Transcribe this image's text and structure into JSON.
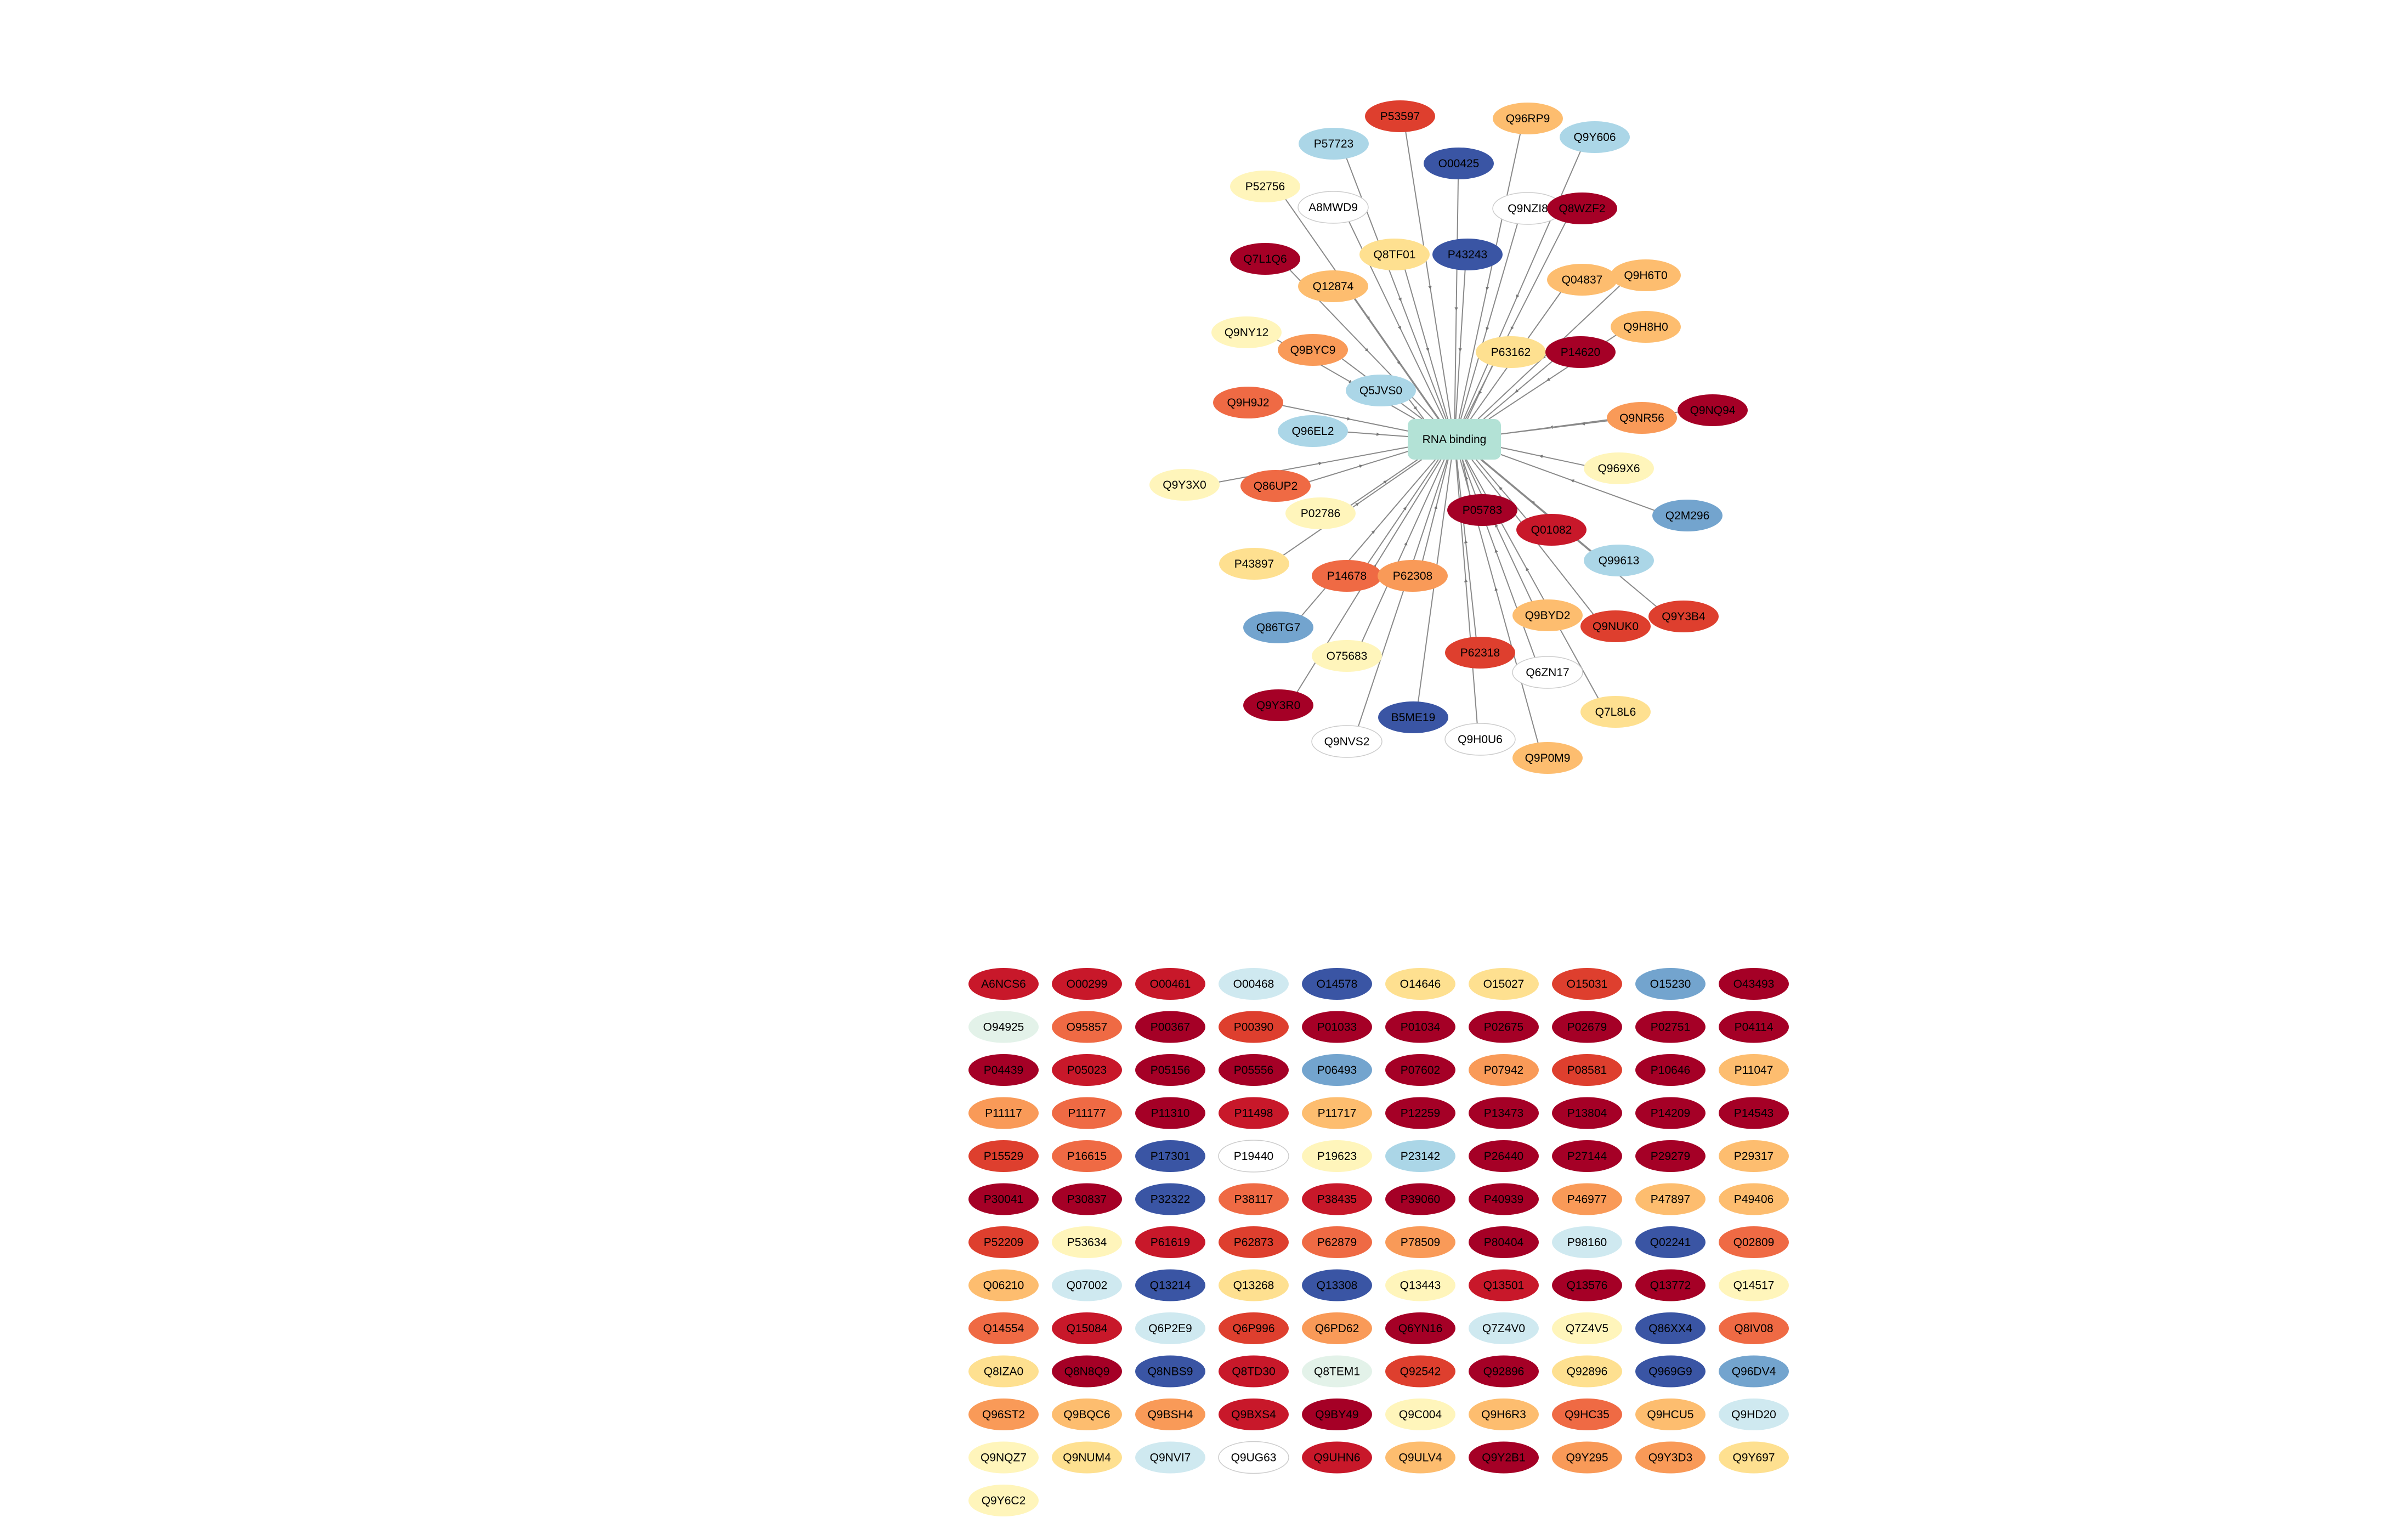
{
  "hub": {
    "label": "RNA binding",
    "color": "#b3e2d6"
  },
  "palette": {
    "c1": "#a50026",
    "c2": "#c8182a",
    "c3": "#de3f2e",
    "c4": "#ef6a44",
    "c5": "#f99a58",
    "c6": "#fdbd6f",
    "c7": "#fee090",
    "c8": "#fff5bb",
    "c9": "#ffffff",
    "c10": "#e3f2e9",
    "c11": "#cfe9f0",
    "c12": "#abd6e7",
    "c13": "#73a4ce",
    "c14": "#3a55a4"
  },
  "connected_nodes": [
    {
      "label": "P53597",
      "color": "c3"
    },
    {
      "label": "Q96RP9",
      "color": "c6"
    },
    {
      "label": "P57723",
      "color": "c12"
    },
    {
      "label": "Q9Y606",
      "color": "c12"
    },
    {
      "label": "O00425",
      "color": "c14"
    },
    {
      "label": "P52756",
      "color": "c8"
    },
    {
      "label": "A8MWD9",
      "color": "c9"
    },
    {
      "label": "Q9NZI8",
      "color": "c9"
    },
    {
      "label": "Q8WZF2",
      "color": "c1"
    },
    {
      "label": "Q7L1Q6",
      "color": "c1"
    },
    {
      "label": "Q8TF01",
      "color": "c7"
    },
    {
      "label": "P43243",
      "color": "c14"
    },
    {
      "label": "Q12874",
      "color": "c6"
    },
    {
      "label": "Q04837",
      "color": "c6"
    },
    {
      "label": "Q9H6T0",
      "color": "c6"
    },
    {
      "label": "Q9NY12",
      "color": "c8"
    },
    {
      "label": "Q9BYC9",
      "color": "c5"
    },
    {
      "label": "Q9H8H0",
      "color": "c6"
    },
    {
      "label": "P63162",
      "color": "c7"
    },
    {
      "label": "P14620",
      "color": "c1"
    },
    {
      "label": "Q5JVS0",
      "color": "c12"
    },
    {
      "label": "Q9H9J2",
      "color": "c4"
    },
    {
      "label": "Q9NR56",
      "color": "c5"
    },
    {
      "label": "Q9NQ94",
      "color": "c1"
    },
    {
      "label": "Q96EL2",
      "color": "c12"
    },
    {
      "label": "Q969X6",
      "color": "c8"
    },
    {
      "label": "Q9Y3X0",
      "color": "c8"
    },
    {
      "label": "Q86UP2",
      "color": "c4"
    },
    {
      "label": "Q2M296",
      "color": "c13"
    },
    {
      "label": "P02786",
      "color": "c8"
    },
    {
      "label": "P05783",
      "color": "c1"
    },
    {
      "label": "Q01082",
      "color": "c2"
    },
    {
      "label": "P43897",
      "color": "c7"
    },
    {
      "label": "Q99613",
      "color": "c12"
    },
    {
      "label": "P14678",
      "color": "c4"
    },
    {
      "label": "P62308",
      "color": "c5"
    },
    {
      "label": "Q9Y3B4",
      "color": "c3"
    },
    {
      "label": "Q9BYD2",
      "color": "c6"
    },
    {
      "label": "Q86TG7",
      "color": "c13"
    },
    {
      "label": "Q9NUK0",
      "color": "c3"
    },
    {
      "label": "O75683",
      "color": "c8"
    },
    {
      "label": "P62318",
      "color": "c3"
    },
    {
      "label": "Q6ZN17",
      "color": "c9"
    },
    {
      "label": "Q9Y3R0",
      "color": "c1"
    },
    {
      "label": "Q7L8L6",
      "color": "c7"
    },
    {
      "label": "B5ME19",
      "color": "c14"
    },
    {
      "label": "Q9NVS2",
      "color": "c9"
    },
    {
      "label": "Q9H0U6",
      "color": "c9"
    },
    {
      "label": "Q9P0M9",
      "color": "c6"
    }
  ],
  "grid_nodes": [
    {
      "label": "A6NCS6",
      "color": "c2"
    },
    {
      "label": "O00299",
      "color": "c2"
    },
    {
      "label": "O00461",
      "color": "c2"
    },
    {
      "label": "O00468",
      "color": "c11"
    },
    {
      "label": "O14578",
      "color": "c14"
    },
    {
      "label": "O14646",
      "color": "c7"
    },
    {
      "label": "O15027",
      "color": "c7"
    },
    {
      "label": "O15031",
      "color": "c3"
    },
    {
      "label": "O15230",
      "color": "c13"
    },
    {
      "label": "O43493",
      "color": "c1"
    },
    {
      "label": "O94925",
      "color": "c10"
    },
    {
      "label": "O95857",
      "color": "c4"
    },
    {
      "label": "P00367",
      "color": "c1"
    },
    {
      "label": "P00390",
      "color": "c3"
    },
    {
      "label": "P01033",
      "color": "c1"
    },
    {
      "label": "P01034",
      "color": "c1"
    },
    {
      "label": "P02675",
      "color": "c1"
    },
    {
      "label": "P02679",
      "color": "c1"
    },
    {
      "label": "P02751",
      "color": "c1"
    },
    {
      "label": "P04114",
      "color": "c1"
    },
    {
      "label": "P04439",
      "color": "c1"
    },
    {
      "label": "P05023",
      "color": "c2"
    },
    {
      "label": "P05156",
      "color": "c1"
    },
    {
      "label": "P05556",
      "color": "c1"
    },
    {
      "label": "P06493",
      "color": "c13"
    },
    {
      "label": "P07602",
      "color": "c1"
    },
    {
      "label": "P07942",
      "color": "c5"
    },
    {
      "label": "P08581",
      "color": "c3"
    },
    {
      "label": "P10646",
      "color": "c1"
    },
    {
      "label": "P11047",
      "color": "c6"
    },
    {
      "label": "P11117",
      "color": "c5"
    },
    {
      "label": "P11177",
      "color": "c4"
    },
    {
      "label": "P11310",
      "color": "c1"
    },
    {
      "label": "P11498",
      "color": "c2"
    },
    {
      "label": "P11717",
      "color": "c6"
    },
    {
      "label": "P12259",
      "color": "c1"
    },
    {
      "label": "P13473",
      "color": "c1"
    },
    {
      "label": "P13804",
      "color": "c1"
    },
    {
      "label": "P14209",
      "color": "c1"
    },
    {
      "label": "P14543",
      "color": "c1"
    },
    {
      "label": "P15529",
      "color": "c3"
    },
    {
      "label": "P16615",
      "color": "c4"
    },
    {
      "label": "P17301",
      "color": "c14"
    },
    {
      "label": "P19440",
      "color": "c9"
    },
    {
      "label": "P19623",
      "color": "c8"
    },
    {
      "label": "P23142",
      "color": "c12"
    },
    {
      "label": "P26440",
      "color": "c1"
    },
    {
      "label": "P27144",
      "color": "c1"
    },
    {
      "label": "P29279",
      "color": "c1"
    },
    {
      "label": "P29317",
      "color": "c6"
    },
    {
      "label": "P30041",
      "color": "c1"
    },
    {
      "label": "P30837",
      "color": "c1"
    },
    {
      "label": "P32322",
      "color": "c14"
    },
    {
      "label": "P38117",
      "color": "c4"
    },
    {
      "label": "P38435",
      "color": "c2"
    },
    {
      "label": "P39060",
      "color": "c1"
    },
    {
      "label": "P40939",
      "color": "c1"
    },
    {
      "label": "P46977",
      "color": "c5"
    },
    {
      "label": "P47897",
      "color": "c6"
    },
    {
      "label": "P49406",
      "color": "c6"
    },
    {
      "label": "P52209",
      "color": "c3"
    },
    {
      "label": "P53634",
      "color": "c8"
    },
    {
      "label": "P61619",
      "color": "c2"
    },
    {
      "label": "P62873",
      "color": "c3"
    },
    {
      "label": "P62879",
      "color": "c4"
    },
    {
      "label": "P78509",
      "color": "c5"
    },
    {
      "label": "P80404",
      "color": "c1"
    },
    {
      "label": "P98160",
      "color": "c11"
    },
    {
      "label": "Q02241",
      "color": "c14"
    },
    {
      "label": "Q02809",
      "color": "c4"
    },
    {
      "label": "Q06210",
      "color": "c6"
    },
    {
      "label": "Q07002",
      "color": "c11"
    },
    {
      "label": "Q13214",
      "color": "c14"
    },
    {
      "label": "Q13268",
      "color": "c7"
    },
    {
      "label": "Q13308",
      "color": "c14"
    },
    {
      "label": "Q13443",
      "color": "c8"
    },
    {
      "label": "Q13501",
      "color": "c2"
    },
    {
      "label": "Q13576",
      "color": "c1"
    },
    {
      "label": "Q13772",
      "color": "c1"
    },
    {
      "label": "Q14517",
      "color": "c8"
    },
    {
      "label": "Q14554",
      "color": "c4"
    },
    {
      "label": "Q15084",
      "color": "c2"
    },
    {
      "label": "Q6P2E9",
      "color": "c11"
    },
    {
      "label": "Q6P996",
      "color": "c3"
    },
    {
      "label": "Q6PD62",
      "color": "c5"
    },
    {
      "label": "Q6YN16",
      "color": "c1"
    },
    {
      "label": "Q7Z4V0",
      "color": "c11"
    },
    {
      "label": "Q7Z4V5",
      "color": "c8"
    },
    {
      "label": "Q86XX4",
      "color": "c14"
    },
    {
      "label": "Q8IV08",
      "color": "c4"
    },
    {
      "label": "Q8IZA0",
      "color": "c7"
    },
    {
      "label": "Q8N8Q9",
      "color": "c1"
    },
    {
      "label": "Q8NBS9",
      "color": "c14"
    },
    {
      "label": "Q8TD30",
      "color": "c2"
    },
    {
      "label": "Q8TEM1",
      "color": "c10"
    },
    {
      "label": "Q92542",
      "color": "c3"
    },
    {
      "label": "Q92896",
      "color": "c1"
    },
    {
      "label": "Q92896",
      "color": "c7"
    },
    {
      "label": "Q969G9",
      "color": "c14"
    },
    {
      "label": "Q96DV4",
      "color": "c13"
    },
    {
      "label": "Q96ST2",
      "color": "c5"
    },
    {
      "label": "Q9BQC6",
      "color": "c6"
    },
    {
      "label": "Q9BSH4",
      "color": "c5"
    },
    {
      "label": "Q9BXS4",
      "color": "c2"
    },
    {
      "label": "Q9BY49",
      "color": "c1"
    },
    {
      "label": "Q9C004",
      "color": "c8"
    },
    {
      "label": "Q9H6R3",
      "color": "c6"
    },
    {
      "label": "Q9HC35",
      "color": "c4"
    },
    {
      "label": "Q9HCU5",
      "color": "c6"
    },
    {
      "label": "Q9HD20",
      "color": "c11"
    },
    {
      "label": "Q9NQZ7",
      "color": "c8"
    },
    {
      "label": "Q9NUM4",
      "color": "c7"
    },
    {
      "label": "Q9NVI7",
      "color": "c11"
    },
    {
      "label": "Q9UG63",
      "color": "c9"
    },
    {
      "label": "Q9UHN6",
      "color": "c2"
    },
    {
      "label": "Q9ULV4",
      "color": "c6"
    },
    {
      "label": "Q9Y2B1",
      "color": "c1"
    },
    {
      "label": "Q9Y295",
      "color": "c5"
    },
    {
      "label": "Q9Y3D3",
      "color": "c5"
    },
    {
      "label": "Q9Y697",
      "color": "c7"
    },
    {
      "label": "Q9Y6C2",
      "color": "c8"
    }
  ]
}
